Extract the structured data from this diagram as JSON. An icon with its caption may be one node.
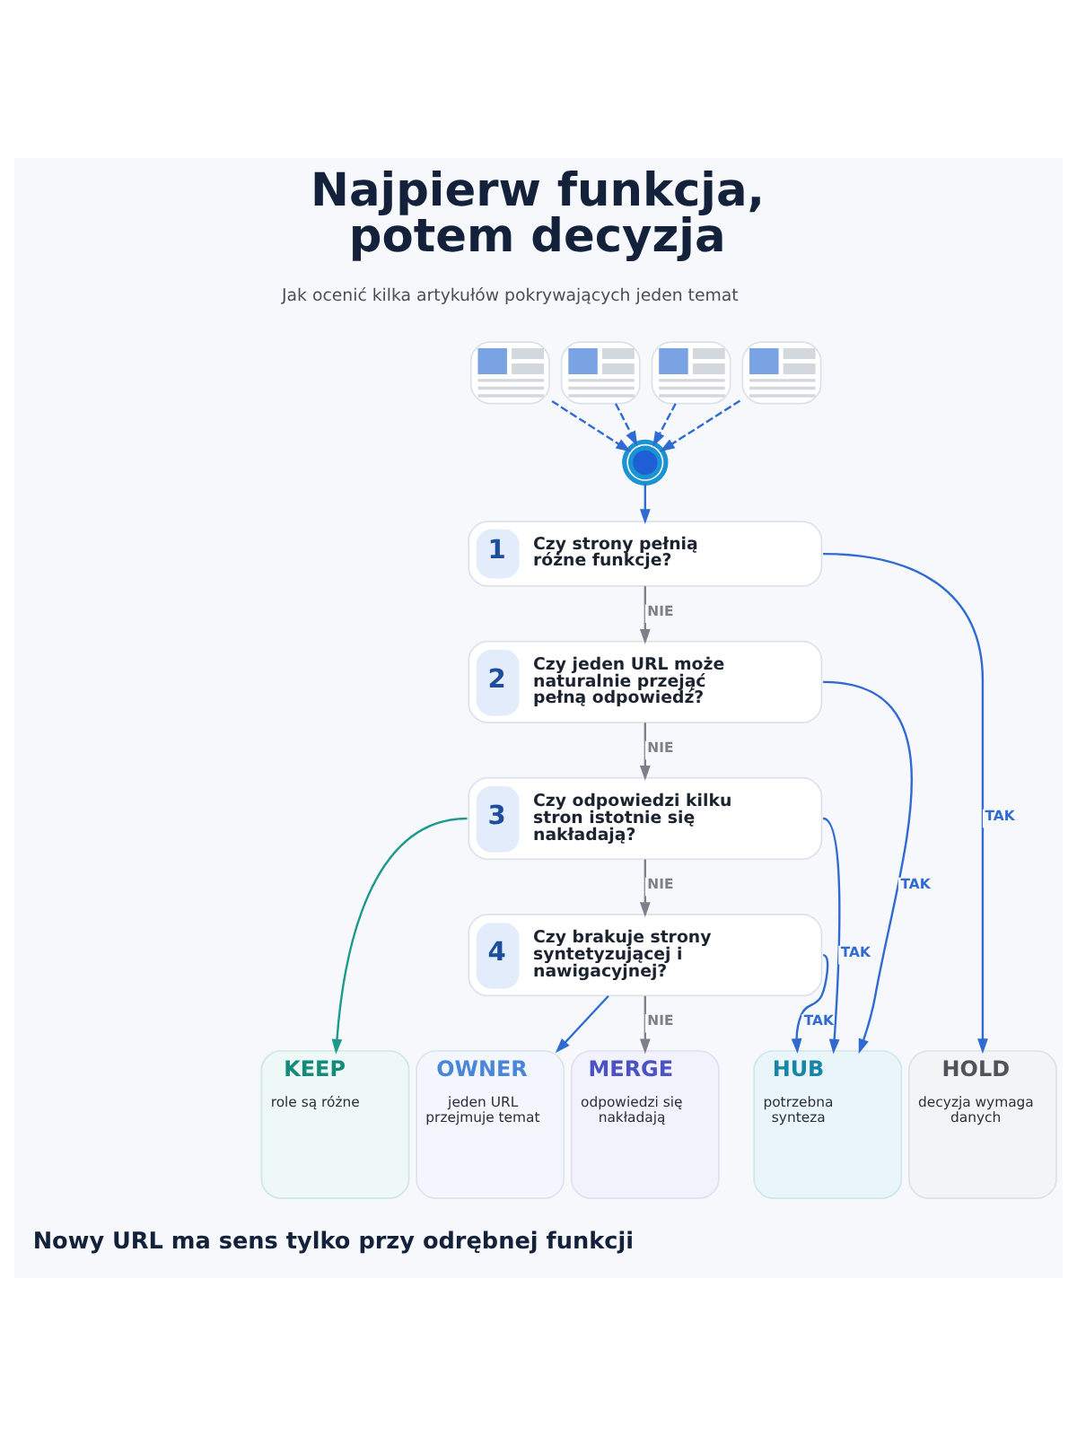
{
  "diagram": {
    "title": "Najpierw funkcja, potem decyzja",
    "caption": "Nowy URL ma sens tylko przy odrębnej funkcji",
    "nodes": [
      {
        "text": [],
        "shape": "picture"
      },
      {
        "text": [],
        "shape": "picture"
      },
      {
        "text": [],
        "shape": "picture"
      },
      {
        "text": [],
        "shape": "picture"
      },
      {
        "text": [],
        "shape": "circle"
      },
      {
        "text": [
          "1",
          "Czy strony pełnią różne funkcje?"
        ]
      },
      {
        "text": [
          "2",
          "Czy jeden URL może naturalnie przejąć pełną odpowiedź?"
        ]
      },
      {
        "text": [
          "3",
          "Czy odpowiedzi kilku stron istotnie się nakładają?"
        ]
      },
      {
        "text": [
          "4",
          "Czy brakuje strony syntetyzującej i nawigacyjnej?"
        ]
      },
      {
        "text": [
          "KEEP",
          "role są różne"
        ]
      },
      {
        "text": [
          "OWNER",
          "jeden URL przejmuje temat"
        ]
      },
      {
        "text": [
          "MERGE",
          "odpowiedzi się nakładają"
        ]
      },
      {
        "text": [
          "HUB",
          "potrzebna synteza"
        ]
      },
      {
        "text": [
          "HOLD",
          "decyzja wymaga danych"
        ]
      }
    ],
    "edges": [
      {
        "from": 0,
        "to": 4,
        "arrow": "to",
        "style": "dashed"
      },
      {
        "from": 1,
        "to": 4,
        "arrow": "to",
        "style": "dashed"
      },
      {
        "from": 2,
        "to": 4,
        "arrow": "to",
        "style": "dashed"
      },
      {
        "from": 3,
        "to": 4,
        "arrow": "to",
        "style": "dashed"
      },
      {
        "from": 4,
        "to": 5,
        "arrow": "to"
      },
      {
        "from": 5,
        "to": 6,
        "arrow": "to",
        "label": "NIE",
        "color": "#7b8089"
      },
      {
        "from": 5,
        "to": 13,
        "arrow": "to",
        "label": "TAK"
      },
      {
        "from": 6,
        "to": 7,
        "arrow": "to",
        "label": "NIE",
        "color": "#7b8089"
      },
      {
        "from": 6,
        "to": 12,
        "arrow": "to",
        "label": "TAK"
      },
      {
        "from": 7,
        "to": 9,
        "arrow": "to",
        "color": "#1d9a8c"
      },
      {
        "from": 7,
        "to": 8,
        "arrow": "to",
        "label": "NIE",
        "color": "#7b8089"
      },
      {
        "from": 7,
        "to": 12,
        "arrow": "to",
        "label": "TAK"
      },
      {
        "from": 8,
        "to": 10,
        "arrow": "to"
      },
      {
        "from": 8,
        "to": 11,
        "arrow": "to",
        "label": "NIE",
        "color": "#7b8089"
      },
      {
        "from": 8,
        "to": 12,
        "arrow": "to",
        "label": "TAK"
      }
    ],
    "labels": [
      "Jak ocenić kilka artykułów pokrywających jeden temat"
    ]
  }
}
